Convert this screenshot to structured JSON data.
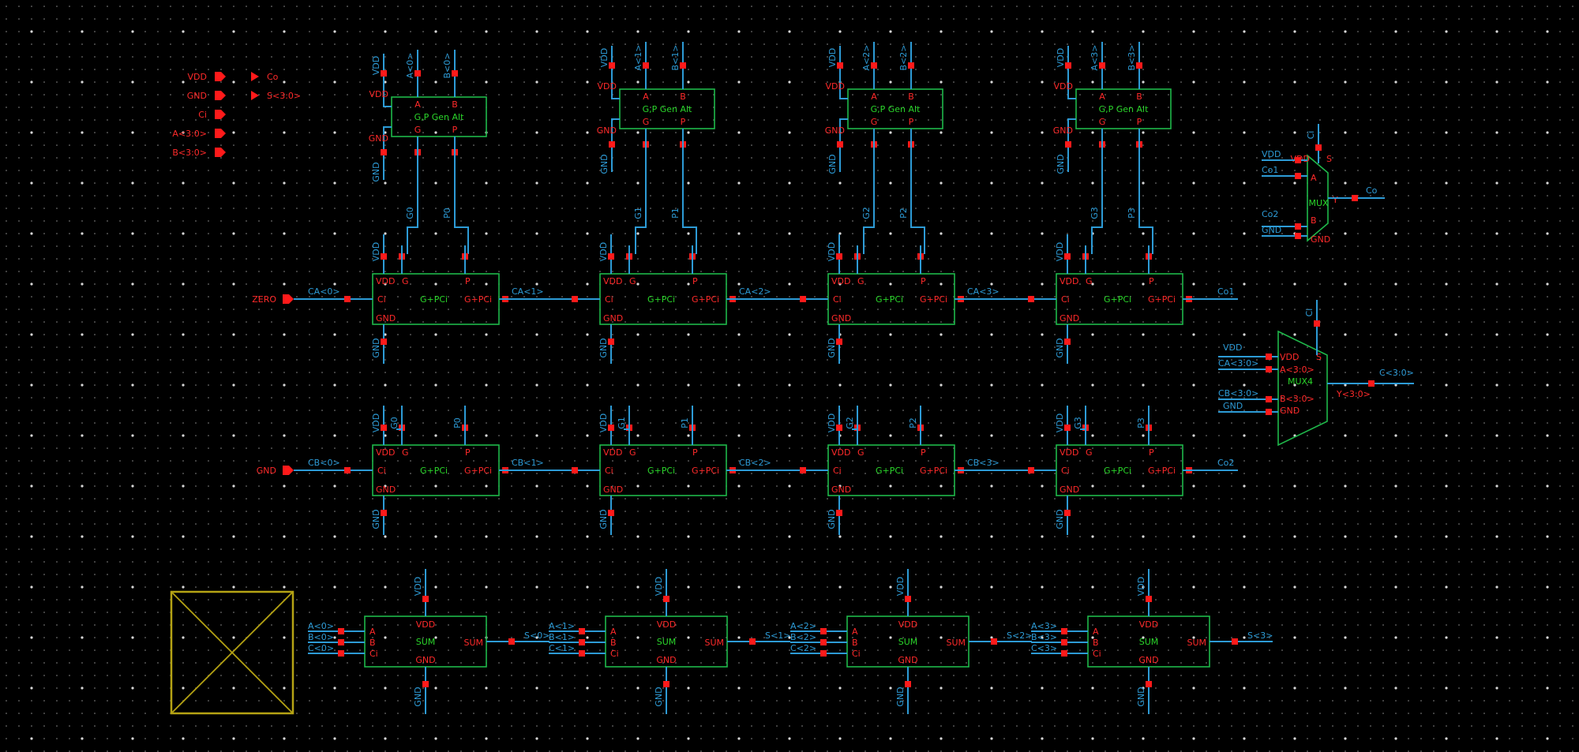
{
  "colors": {
    "background": "#000000",
    "wire": "#2d9bd6",
    "symbol_outline": "#1fb84a",
    "pin": "#ff1a1a",
    "pin_label": "#ff2a2a",
    "cell_label": "#2ad62a",
    "grid_dot": "#9a9a9a",
    "placeholder": "#b5a314"
  },
  "ports": {
    "inputs": [
      "VDD",
      "GND",
      "Ci",
      "A<3:0>",
      "B<3:0>"
    ],
    "outputs": [
      "Co",
      "S<3:0>"
    ]
  },
  "gp_gen": {
    "title": "G,P Gen Alt",
    "pins": {
      "vdd": "VDD",
      "gnd": "GND",
      "a": "A",
      "b": "B",
      "g": "G",
      "p": "P"
    },
    "cells": [
      {
        "a_net": "A<0>",
        "b_net": "B<0>",
        "g_net": "G0",
        "p_net": "P0"
      },
      {
        "a_net": "A<1>",
        "b_net": "B<1>",
        "g_net": "G1",
        "p_net": "P1"
      },
      {
        "a_net": "A<2>",
        "b_net": "B<2>",
        "g_net": "G2",
        "p_net": "P2"
      },
      {
        "a_net": "A<3>",
        "b_net": "B<3>",
        "g_net": "G3",
        "p_net": "P3"
      }
    ]
  },
  "carry_cell": {
    "pins": {
      "vdd": "VDD",
      "gnd": "GND",
      "g": "G",
      "p": "P",
      "ci": "Ci",
      "out": "G+PCi"
    },
    "title": "G+PCi",
    "row_a": {
      "input": "ZERO",
      "nets": [
        "CA<0>",
        "CA<1>",
        "CA<2>",
        "CA<3>"
      ],
      "out": "Co1"
    },
    "row_b": {
      "input": "GND",
      "nets": [
        "CB<0>",
        "CB<1>",
        "CB<2>",
        "CB<3>"
      ],
      "out": "Co2"
    }
  },
  "sum_cell": {
    "title": "SUM",
    "pins": {
      "vdd": "VDD",
      "gnd": "GND",
      "a": "A",
      "b": "B",
      "ci": "Ci",
      "out": "SUM"
    },
    "cells": [
      {
        "a_net": "A<0>",
        "b_net": "B<0>",
        "c_net": "C<0>",
        "s_net": "S<0>"
      },
      {
        "a_net": "A<1>",
        "b_net": "B<1>",
        "c_net": "C<1>",
        "s_net": "S<1>"
      },
      {
        "a_net": "A<2>",
        "b_net": "B<2>",
        "c_net": "C<2>",
        "s_net": "S<2>"
      },
      {
        "a_net": "A<3>",
        "b_net": "B<3>",
        "c_net": "C<3>",
        "s_net": "S<3>"
      }
    ]
  },
  "mux": {
    "title": "MUX",
    "pins": {
      "vdd": "VDD",
      "gnd": "GND",
      "s": "S",
      "a": "A",
      "b": "B",
      "y": "Y"
    },
    "nets": {
      "s": "Ci",
      "a": "Co1",
      "b": "Co2",
      "y": "Co",
      "vdd": "VDD",
      "gnd": "GND"
    }
  },
  "mux4": {
    "title": "MUX4",
    "pins": {
      "vdd": "VDD",
      "gnd": "GND",
      "s": "S",
      "a": "A<3:0>",
      "b": "B<3:0>",
      "y": "Y<3:0>"
    },
    "nets": {
      "s": "Ci",
      "a": "CA<3:0>",
      "b": "CB<3:0>",
      "y": "C<3:0>",
      "vdd": "VDD",
      "gnd": "GND"
    }
  }
}
